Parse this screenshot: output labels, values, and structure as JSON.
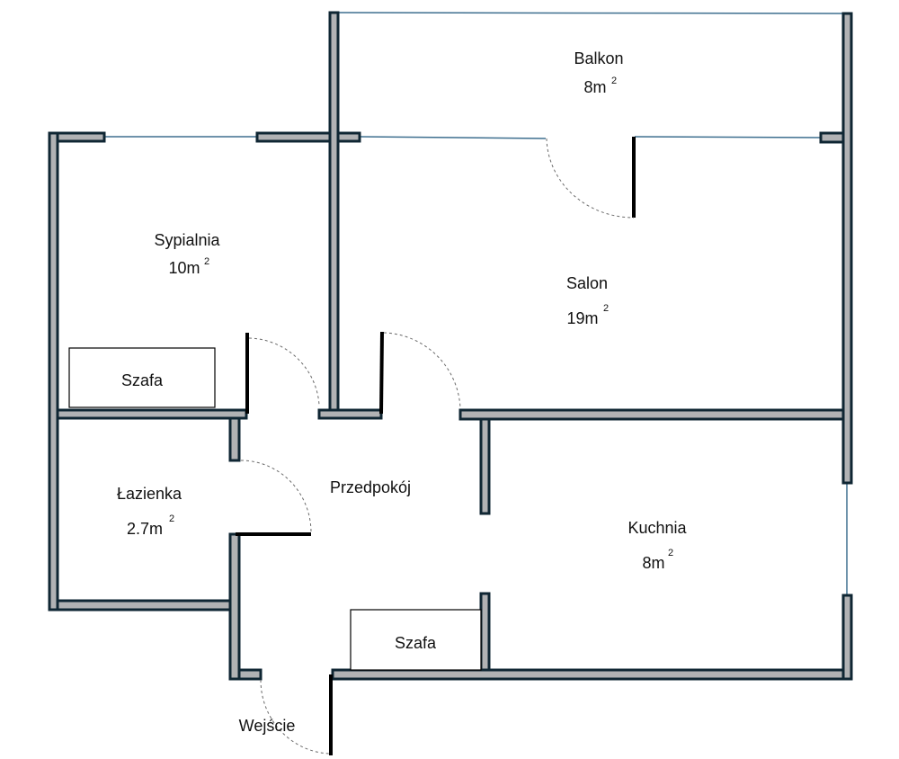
{
  "plan": {
    "rooms": [
      {
        "name": "Balkon",
        "area": "8m",
        "unit_sup": "2"
      },
      {
        "name": "Sypialnia",
        "area": "10m",
        "unit_sup": "2"
      },
      {
        "name": "Salon",
        "area": "19m",
        "unit_sup": "2"
      },
      {
        "name": "Łazienka",
        "area": "2.7m",
        "unit_sup": "2"
      },
      {
        "name": "Przedpokój"
      },
      {
        "name": "Kuchnia",
        "area": "8m",
        "unit_sup": "2"
      },
      {
        "name": "Wejście"
      }
    ],
    "closets": [
      {
        "label": "Szafa"
      },
      {
        "label": "Szafa"
      }
    ]
  },
  "colors": {
    "wall_fill": "#b1b2b4",
    "wall_stroke": "#0f2633",
    "window": "#3e6f8f",
    "door": "#000000"
  }
}
